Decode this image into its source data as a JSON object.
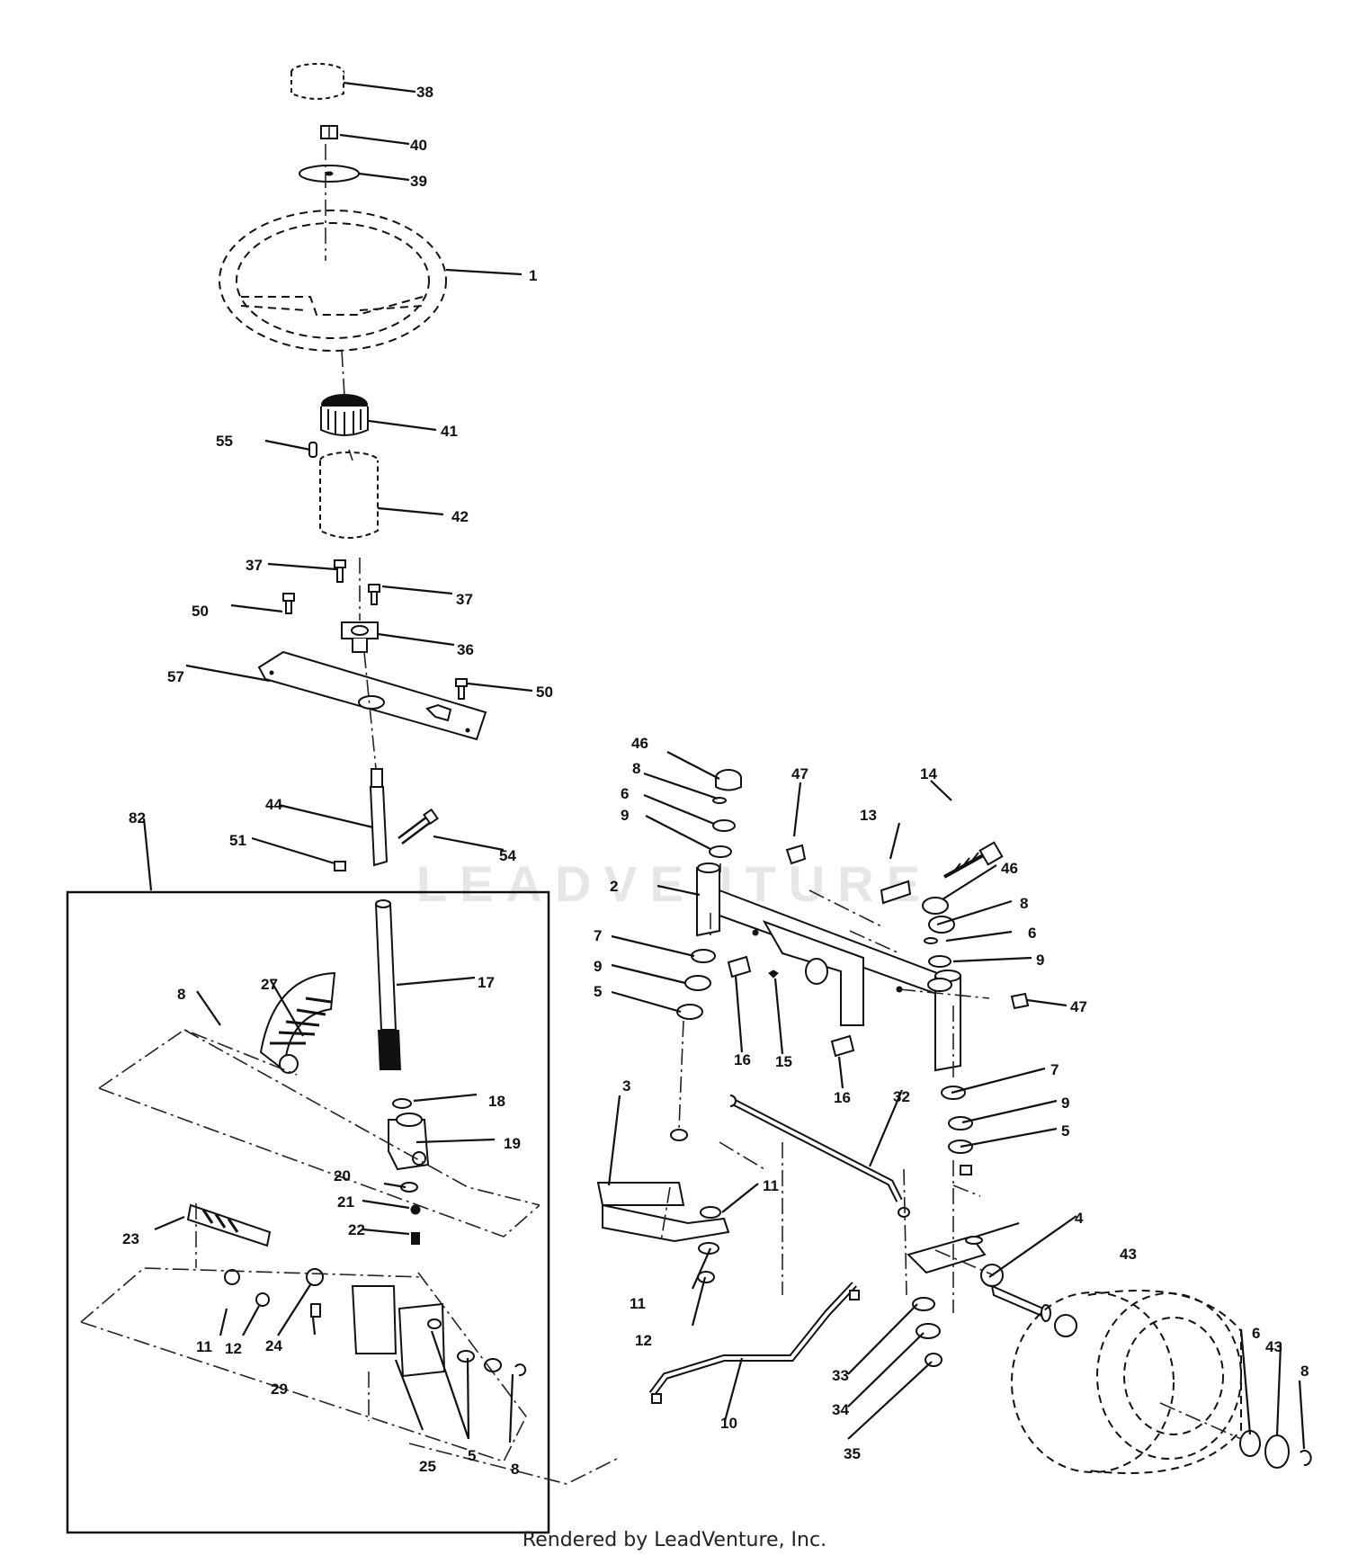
{
  "footer": {
    "credit": "Rendered by LeadVenture, Inc."
  },
  "watermark": {
    "text": "LEADVENTURE",
    "color": "#e6e6e6"
  },
  "callouts": [
    {
      "id": "c38",
      "text": "38"
    },
    {
      "id": "c40",
      "text": "40"
    },
    {
      "id": "c39",
      "text": "39"
    },
    {
      "id": "c1",
      "text": "1"
    },
    {
      "id": "c41",
      "text": "41"
    },
    {
      "id": "c55",
      "text": "55"
    },
    {
      "id": "c42",
      "text": "42"
    },
    {
      "id": "c37a",
      "text": "37"
    },
    {
      "id": "c37b",
      "text": "37"
    },
    {
      "id": "c50a",
      "text": "50"
    },
    {
      "id": "c36",
      "text": "36"
    },
    {
      "id": "c57",
      "text": "57"
    },
    {
      "id": "c50b",
      "text": "50"
    },
    {
      "id": "c82",
      "text": "82"
    },
    {
      "id": "c44",
      "text": "44"
    },
    {
      "id": "c51",
      "text": "51"
    },
    {
      "id": "c54",
      "text": "54"
    },
    {
      "id": "c17",
      "text": "17"
    },
    {
      "id": "c27",
      "text": "27"
    },
    {
      "id": "c8a",
      "text": "8"
    },
    {
      "id": "c18",
      "text": "18"
    },
    {
      "id": "c19",
      "text": "19"
    },
    {
      "id": "c20",
      "text": "20"
    },
    {
      "id": "c21",
      "text": "21"
    },
    {
      "id": "c22",
      "text": "22"
    },
    {
      "id": "c23",
      "text": "23"
    },
    {
      "id": "c11a",
      "text": "11"
    },
    {
      "id": "c12a",
      "text": "12"
    },
    {
      "id": "c24",
      "text": "24"
    },
    {
      "id": "c29",
      "text": "29"
    },
    {
      "id": "c25",
      "text": "25"
    },
    {
      "id": "c5a",
      "text": "5"
    },
    {
      "id": "c8b",
      "text": "8"
    },
    {
      "id": "c46a",
      "text": "46"
    },
    {
      "id": "c8c",
      "text": "8"
    },
    {
      "id": "c6a",
      "text": "6"
    },
    {
      "id": "c9a",
      "text": "9"
    },
    {
      "id": "c47a",
      "text": "47"
    },
    {
      "id": "c14",
      "text": "14"
    },
    {
      "id": "c13",
      "text": "13"
    },
    {
      "id": "c2",
      "text": "2"
    },
    {
      "id": "c7a",
      "text": "7"
    },
    {
      "id": "c9b",
      "text": "9"
    },
    {
      "id": "c5b",
      "text": "5"
    },
    {
      "id": "c16a",
      "text": "16"
    },
    {
      "id": "c15",
      "text": "15"
    },
    {
      "id": "c46b",
      "text": "46"
    },
    {
      "id": "c8d",
      "text": "8"
    },
    {
      "id": "c6b",
      "text": "6"
    },
    {
      "id": "c9c",
      "text": "9"
    },
    {
      "id": "c47b",
      "text": "47"
    },
    {
      "id": "c16b",
      "text": "16"
    },
    {
      "id": "c7b",
      "text": "7"
    },
    {
      "id": "c9d",
      "text": "9"
    },
    {
      "id": "c5c",
      "text": "5"
    },
    {
      "id": "c3",
      "text": "3"
    },
    {
      "id": "c32",
      "text": "32"
    },
    {
      "id": "c11b",
      "text": "11"
    },
    {
      "id": "c4",
      "text": "4"
    },
    {
      "id": "c11c",
      "text": "11"
    },
    {
      "id": "c12b",
      "text": "12"
    },
    {
      "id": "c43a",
      "text": "43"
    },
    {
      "id": "c33",
      "text": "33"
    },
    {
      "id": "c34",
      "text": "34"
    },
    {
      "id": "c35",
      "text": "35"
    },
    {
      "id": "c10",
      "text": "10"
    },
    {
      "id": "c6c",
      "text": "6"
    },
    {
      "id": "c43b",
      "text": "43"
    },
    {
      "id": "c8e",
      "text": "8"
    }
  ]
}
